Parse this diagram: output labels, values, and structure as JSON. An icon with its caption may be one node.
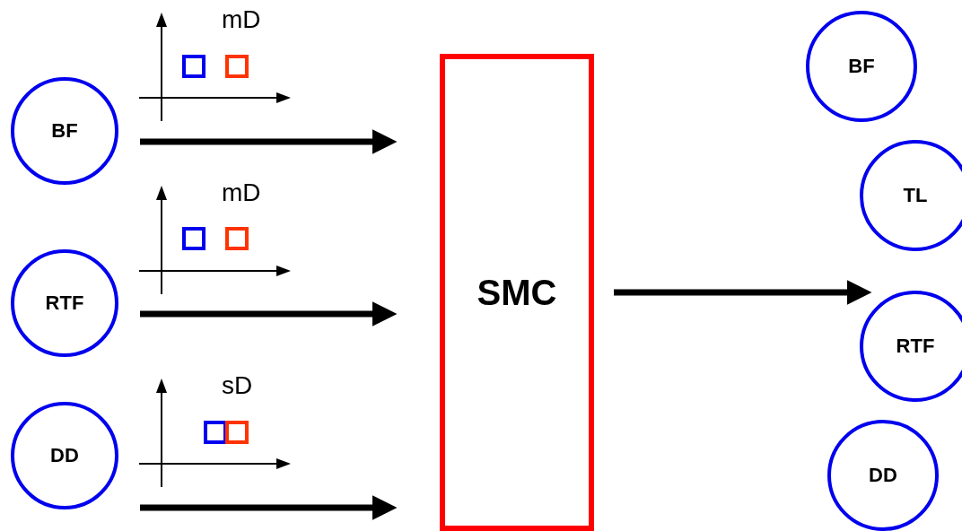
{
  "diagram": {
    "nodes": [
      {
        "text": [
          "BF"
        ]
      },
      {
        "text": [
          "RTF"
        ]
      },
      {
        "text": [
          "DD"
        ]
      },
      {
        "text": [
          "SMC"
        ]
      },
      {
        "text": [
          "BF"
        ]
      },
      {
        "text": [
          "TL"
        ]
      },
      {
        "text": [
          "RTF"
        ]
      },
      {
        "text": [
          "DD"
        ]
      }
    ],
    "edges": [
      {
        "from": 0,
        "to": 3,
        "arrow": "to"
      },
      {
        "from": 1,
        "to": 3,
        "arrow": "to"
      },
      {
        "from": 2,
        "to": 3,
        "arrow": "to"
      },
      {
        "from": 3,
        "to": 6,
        "arrow": "to"
      }
    ],
    "labels": [
      "mD",
      "mD",
      "sD"
    ]
  }
}
